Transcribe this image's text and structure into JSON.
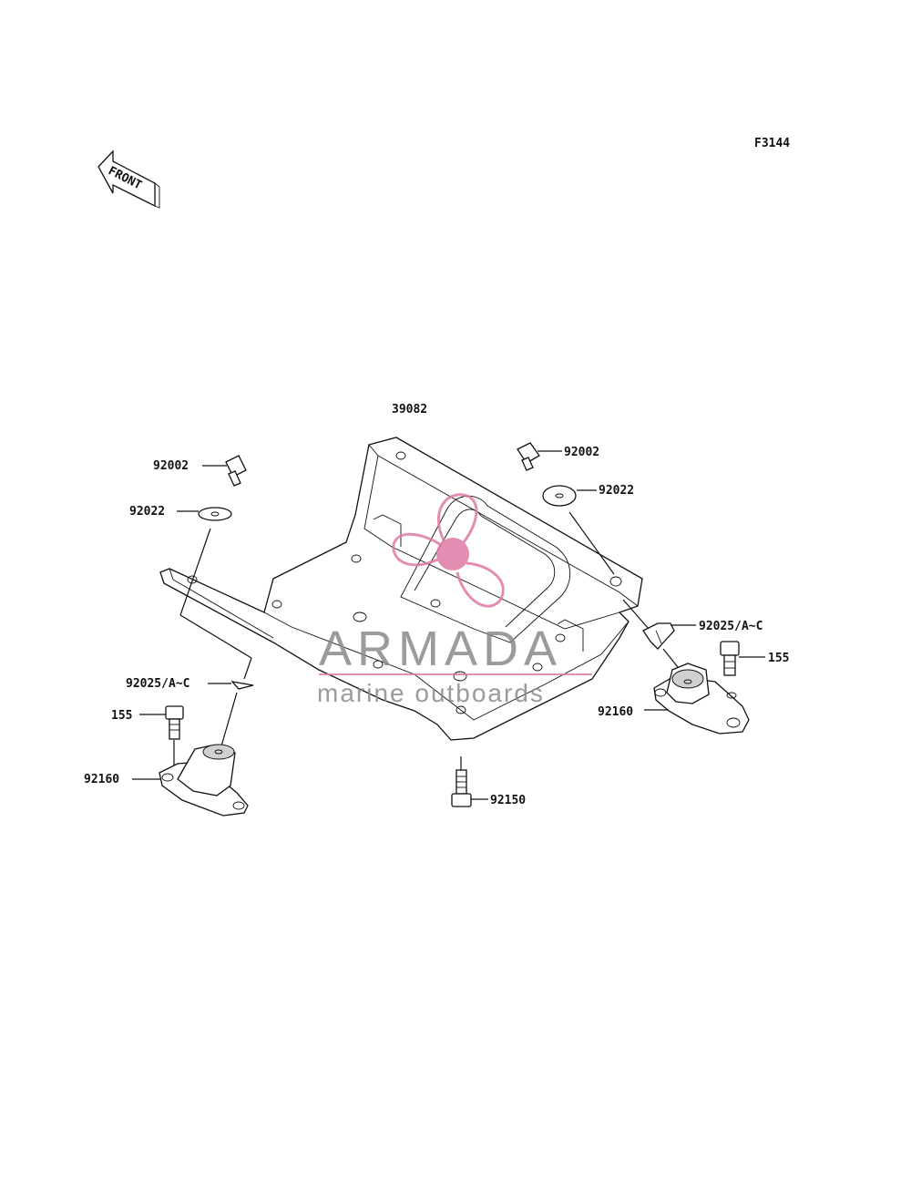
{
  "diagram": {
    "figure_code": "F3144",
    "front_arrow_label": "FRONT",
    "part_labels": {
      "frame": "39082",
      "bolt_left": "92002",
      "bolt_right": "92002",
      "washer_left": "92022",
      "washer_right": "92022",
      "clip_left": "92025/A~C",
      "clip_right": "92025/A~C",
      "screw_left": "155",
      "screw_right": "155",
      "mount_left": "92160",
      "mount_right": "92160",
      "bolt_bottom": "92150"
    }
  },
  "watermark": {
    "brand": "ARMADA",
    "tagline": "marine outboards",
    "accent_color": "#e07aa6",
    "text_color": "#8a8a8a"
  }
}
